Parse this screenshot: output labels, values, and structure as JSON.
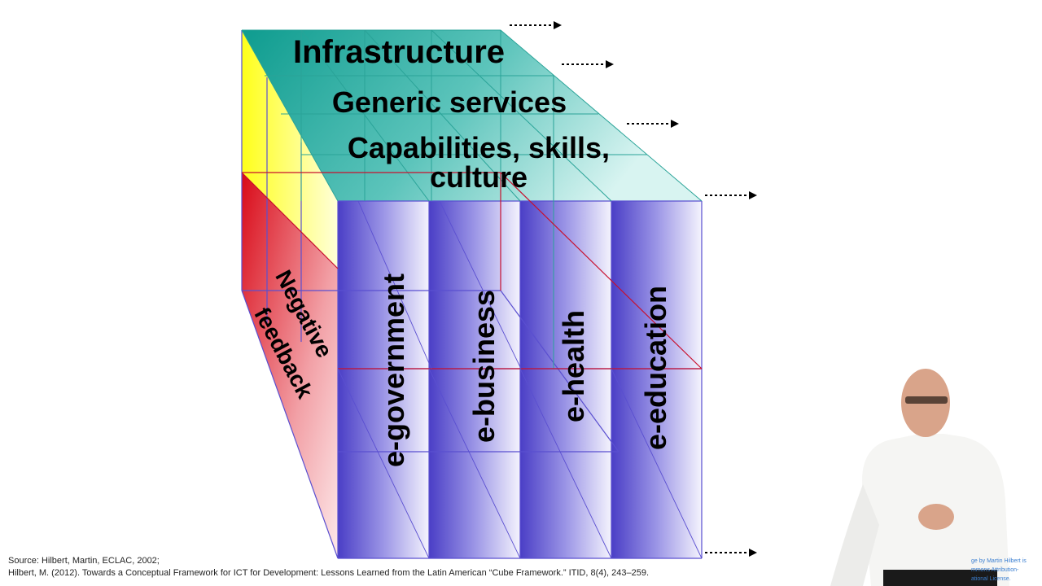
{
  "diagram": {
    "layers": {
      "infrastructure": "Infrastructure",
      "generic_services": "Generic services",
      "capabilities_line1": "Capabilities, skills,",
      "capabilities_line2": "culture"
    },
    "sectors": [
      "e-government",
      "e-business",
      "e-health",
      "e-education"
    ],
    "feedback_line1": "Negative",
    "feedback_line2": "feedback",
    "colors": {
      "top_face": "#1aa396",
      "front_face": "#5b4fcf",
      "left_top_face": "#ffff33",
      "left_bottom_face": "#e0101f",
      "edge_lines": "#6e63d9",
      "red_lines": "#c8102e"
    }
  },
  "source": {
    "line1": "Source: Hilbert, Martin, ECLAC, 2002;",
    "line2": "Hilbert, M. (2012). Towards a Conceptual Framework for ICT for Development: Lessons Learned from the Latin American “Cube Framework.” ITID, 8(4), 243–259."
  },
  "license_credit": {
    "line1": "ge by Martin Hilbert is",
    "line2": "mmons Attribution-",
    "line3": "ational License."
  }
}
